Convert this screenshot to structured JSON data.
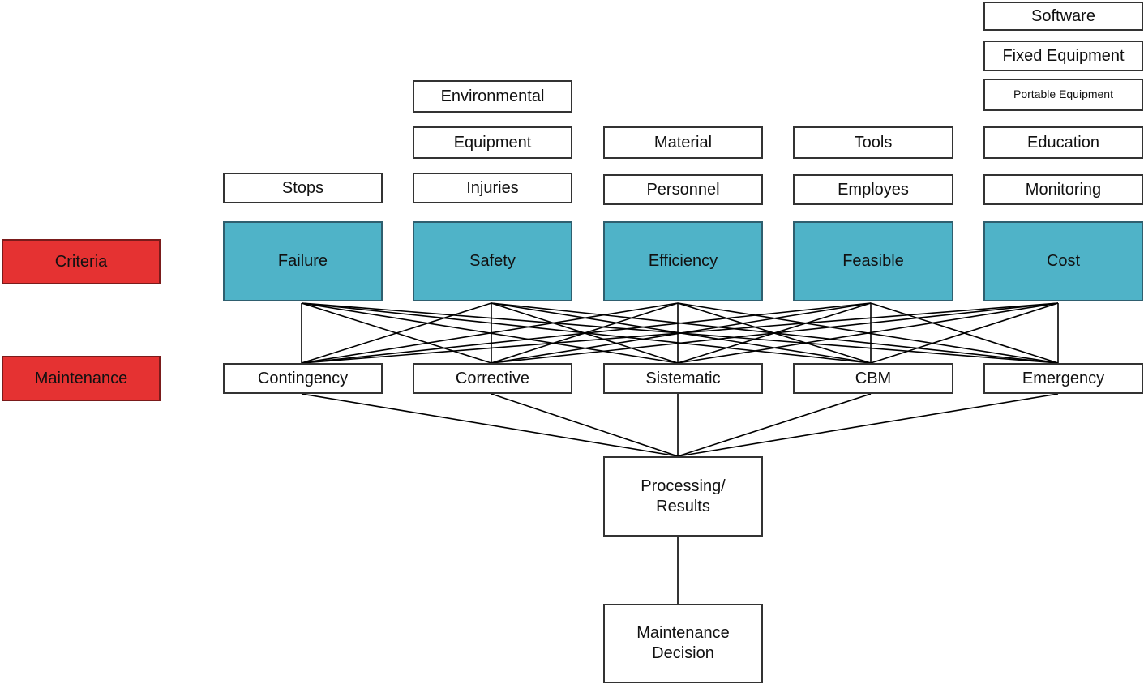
{
  "row_labels": {
    "criteria": "Criteria",
    "maintenance": "Maintenance"
  },
  "criteria": [
    "Failure",
    "Safety",
    "Efficiency",
    "Feasible",
    "Cost"
  ],
  "subcriteria": {
    "failure": [
      "Stops"
    ],
    "safety": [
      "Injuries",
      "Equipment",
      "Environmental"
    ],
    "efficiency": [
      "Personnel",
      "Material"
    ],
    "feasible": [
      "Employes",
      "Tools"
    ],
    "cost": [
      "Monitoring",
      "Education",
      "Portable Equipment",
      "Fixed Equipment",
      "Software"
    ]
  },
  "maintenance_types": [
    "Contingency",
    "Corrective",
    "Sistematic",
    "CBM",
    "Emergency"
  ],
  "processing": "Processing/\nResults",
  "decision": "Maintenance\nDecision",
  "colors": {
    "criteria_fill": "#4fb3c8",
    "label_fill": "#e53232",
    "line": "#000000"
  }
}
